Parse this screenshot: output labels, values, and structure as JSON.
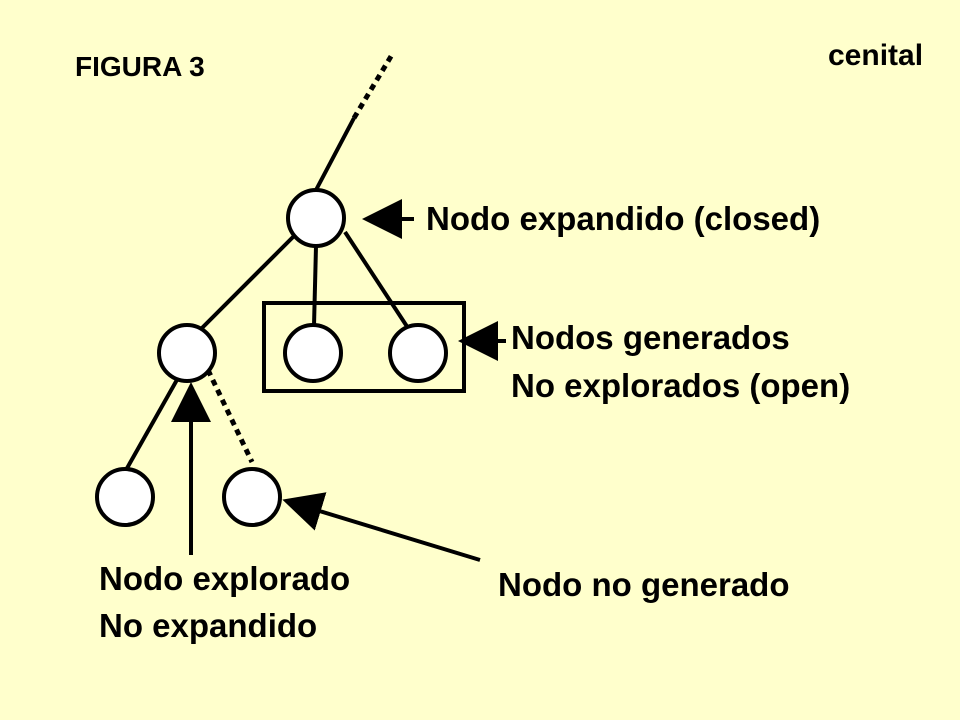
{
  "figure_label": "FIGURA 3",
  "corner_label": "cenital",
  "labels": {
    "expanded": "Nodo expandido (closed)",
    "generated_line1": "Nodos generados",
    "generated_line2": "No explorados (open)",
    "explored_line1": "Nodo explorado",
    "explored_line2": "No expandido",
    "not_generated": "Nodo no generado"
  },
  "colors": {
    "background": "#ffffcc",
    "node_fill": "#ffffff",
    "stroke": "#000000"
  }
}
